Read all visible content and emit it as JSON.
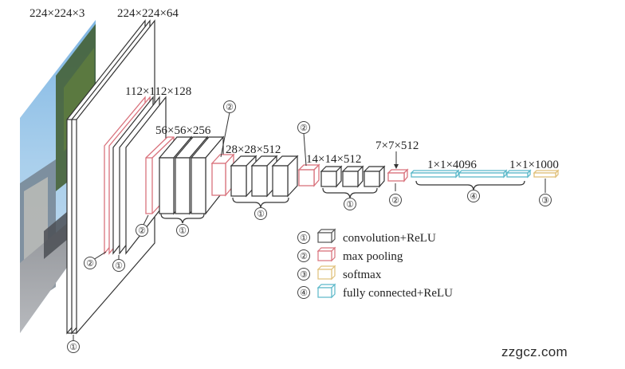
{
  "layer_labels": {
    "input": "224×224×3",
    "block1": "224×224×64",
    "block2": "112×112×128",
    "block3": "56×56×256",
    "block4": "28×28×512",
    "block5": "14×14×512",
    "pool5": "7×7×512",
    "fc": "1×1×4096",
    "output": "1×1×1000"
  },
  "markers": {
    "one": "①",
    "two": "②",
    "three": "③",
    "four": "④"
  },
  "legend": {
    "items": [
      {
        "marker": "①",
        "label": "convolution+ReLU",
        "color": "#555555"
      },
      {
        "marker": "②",
        "label": "max pooling",
        "color": "#d9727c"
      },
      {
        "marker": "③",
        "label": "softmax",
        "color": "#e0c07a"
      },
      {
        "marker": "④",
        "label": "fully connected+ReLU",
        "color": "#5bb8c9"
      }
    ]
  },
  "watermark": "zzgcz.com"
}
